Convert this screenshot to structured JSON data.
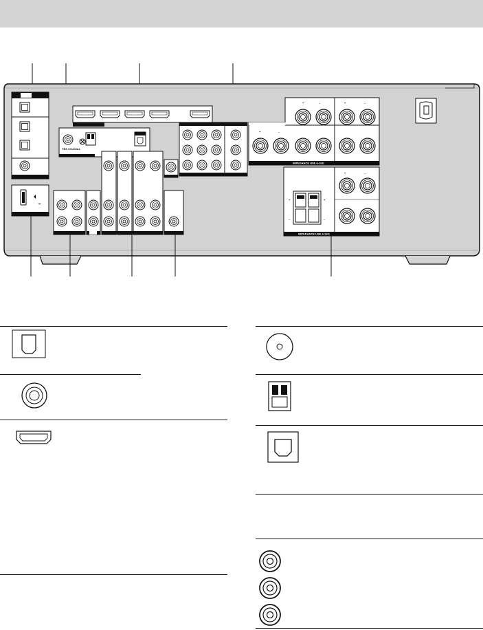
{
  "diagram": {
    "labels": {
      "coaxial": "TBS COAXIAL",
      "impedance_top": "IMPEDANCE USE 6-16Ω",
      "impedance_bottom": "IMPEDANCE USE 6-16Ω",
      "plus": "+",
      "minus": "–",
      "dc": "⎓"
    }
  },
  "legend_left": {
    "rows": [
      {
        "icon": "optical-input-icon"
      },
      {
        "icon": "coaxial-input-icon"
      },
      {
        "icon": "hdmi-port-icon"
      }
    ]
  },
  "legend_right": {
    "rows": [
      {
        "icon": "fm-antenna-jack-icon"
      },
      {
        "icon": "am-antenna-terminal-icon"
      },
      {
        "icon": "usb-b-port-icon"
      },
      {
        "icon": "blank"
      },
      {
        "icon": "audio-rca-jack-stack-icon"
      }
    ]
  }
}
